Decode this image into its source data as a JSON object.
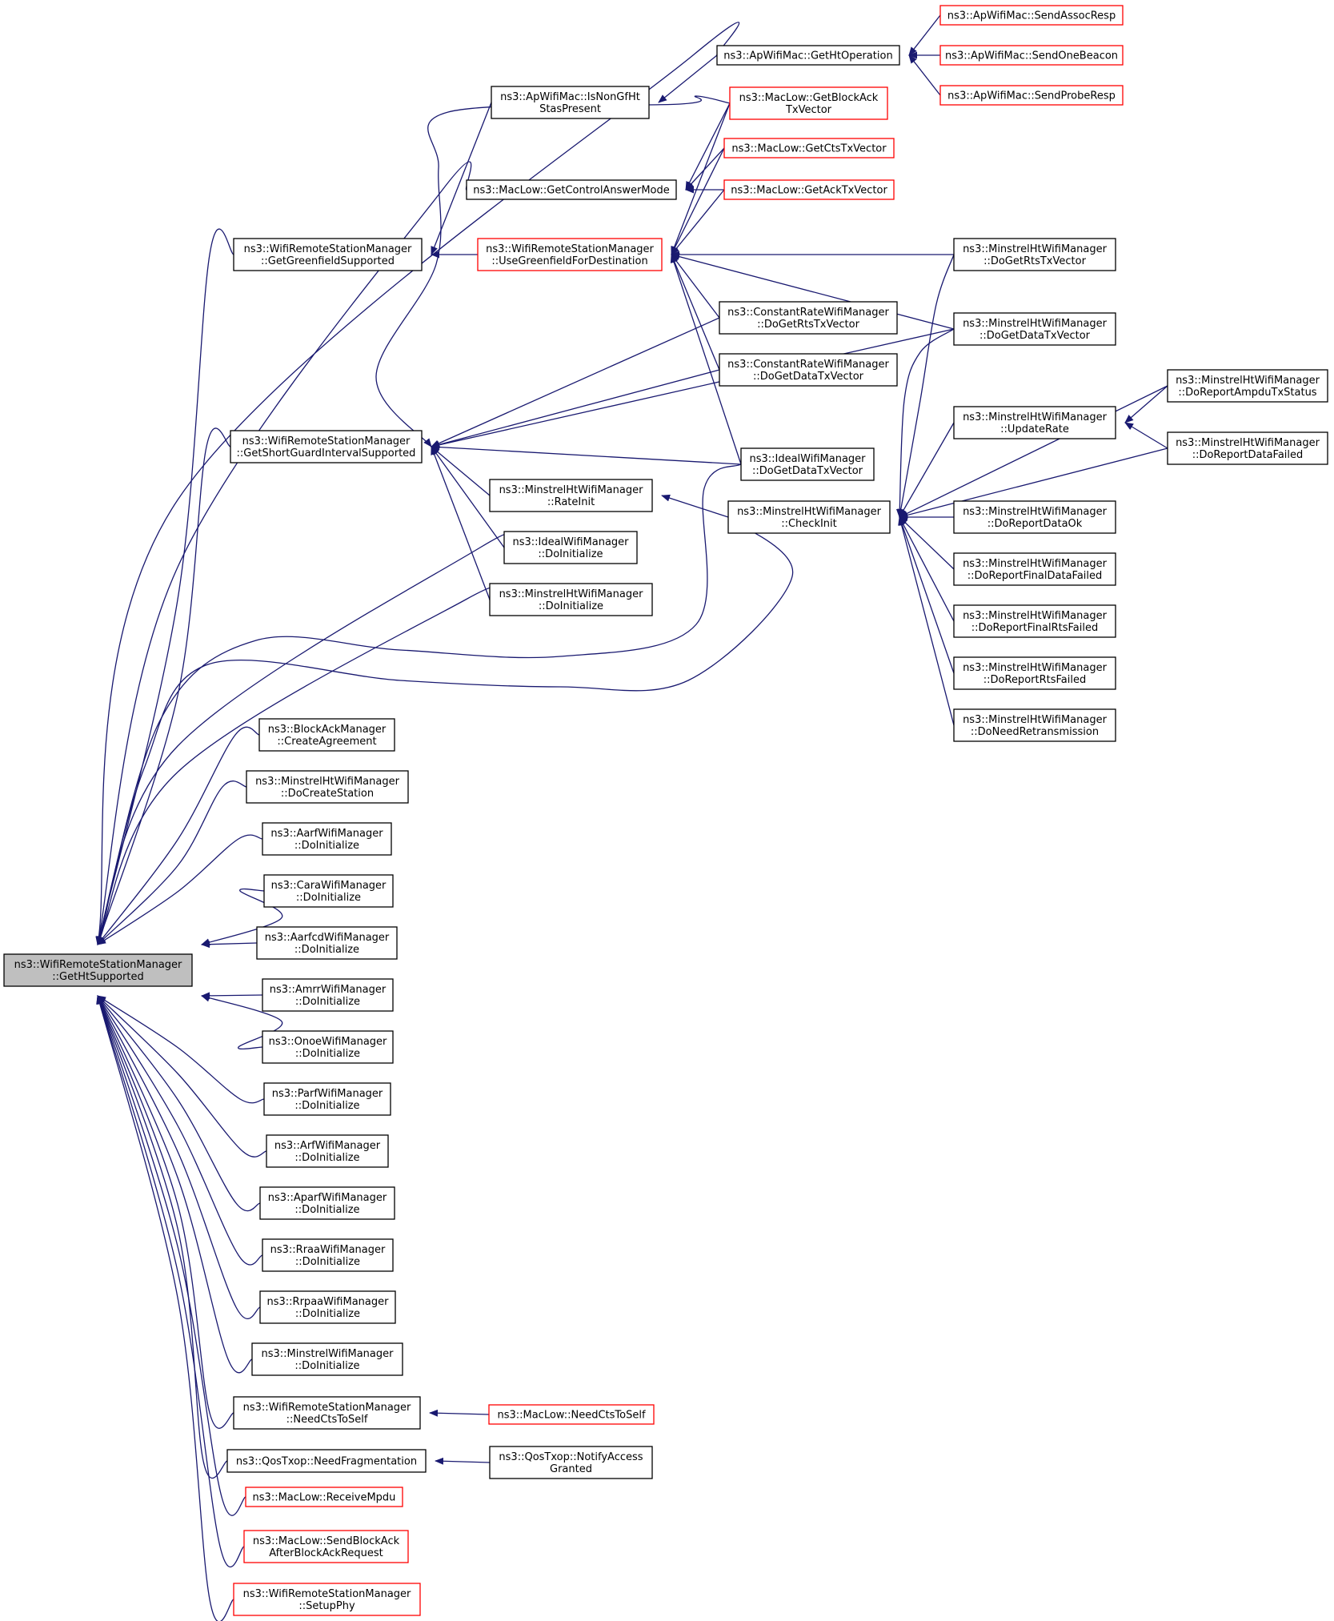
{
  "colors": {
    "normal_border": "#000000",
    "truncated_border": "#ff0000",
    "focus_fill": "#bfbfbf",
    "edge": "#191970"
  },
  "nodes": [
    {
      "id": "get_ht_supported",
      "lines": [
        "ns3::WifiRemoteStationManager",
        "::GetHtSupported"
      ],
      "style": "focus"
    },
    {
      "id": "ap_get_ht_operation",
      "lines": [
        "ns3::ApWifiMac::GetHtOperation"
      ],
      "style": "normal"
    },
    {
      "id": "ap_send_assoc_resp",
      "lines": [
        "ns3::ApWifiMac::SendAssocResp"
      ],
      "style": "truncated"
    },
    {
      "id": "ap_send_one_beacon",
      "lines": [
        "ns3::ApWifiMac::SendOneBeacon"
      ],
      "style": "truncated"
    },
    {
      "id": "ap_send_probe_resp",
      "lines": [
        "ns3::ApWifiMac::SendProbeResp"
      ],
      "style": "truncated"
    },
    {
      "id": "ap_is_non_gf_ht",
      "lines": [
        "ns3::ApWifiMac::IsNonGfHt",
        "StasPresent"
      ],
      "style": "normal"
    },
    {
      "id": "maclow_get_block_ack_tx",
      "lines": [
        "ns3::MacLow::GetBlockAck",
        "TxVector"
      ],
      "style": "truncated"
    },
    {
      "id": "maclow_get_cts_tx",
      "lines": [
        "ns3::MacLow::GetCtsTxVector"
      ],
      "style": "truncated"
    },
    {
      "id": "maclow_get_control_answer",
      "lines": [
        "ns3::MacLow::GetControlAnswerMode"
      ],
      "style": "normal"
    },
    {
      "id": "maclow_get_ack_tx",
      "lines": [
        "ns3::MacLow::GetAckTxVector"
      ],
      "style": "truncated"
    },
    {
      "id": "wrsm_get_greenfield",
      "lines": [
        "ns3::WifiRemoteStationManager",
        "::GetGreenfieldSupported"
      ],
      "style": "normal"
    },
    {
      "id": "wrsm_use_greenfield",
      "lines": [
        "ns3::WifiRemoteStationManager",
        "::UseGreenfieldForDestination"
      ],
      "style": "truncated"
    },
    {
      "id": "mht_do_get_rts",
      "lines": [
        "ns3::MinstrelHtWifiManager",
        "::DoGetRtsTxVector"
      ],
      "style": "normal"
    },
    {
      "id": "const_do_get_rts",
      "lines": [
        "ns3::ConstantRateWifiManager",
        "::DoGetRtsTxVector"
      ],
      "style": "normal"
    },
    {
      "id": "mht_do_get_data",
      "lines": [
        "ns3::MinstrelHtWifiManager",
        "::DoGetDataTxVector"
      ],
      "style": "normal"
    },
    {
      "id": "const_do_get_data",
      "lines": [
        "ns3::ConstantRateWifiManager",
        "::DoGetDataTxVector"
      ],
      "style": "normal"
    },
    {
      "id": "mht_do_report_ampdu",
      "lines": [
        "ns3::MinstrelHtWifiManager",
        "::DoReportAmpduTxStatus"
      ],
      "style": "normal"
    },
    {
      "id": "wrsm_get_sgi",
      "lines": [
        "ns3::WifiRemoteStationManager",
        "::GetShortGuardIntervalSupported"
      ],
      "style": "normal"
    },
    {
      "id": "mht_update_rate",
      "lines": [
        "ns3::MinstrelHtWifiManager",
        "::UpdateRate"
      ],
      "style": "normal"
    },
    {
      "id": "ideal_do_get_data",
      "lines": [
        "ns3::IdealWifiManager",
        "::DoGetDataTxVector"
      ],
      "style": "normal"
    },
    {
      "id": "mht_do_report_data_failed",
      "lines": [
        "ns3::MinstrelHtWifiManager",
        "::DoReportDataFailed"
      ],
      "style": "normal"
    },
    {
      "id": "mht_rate_init",
      "lines": [
        "ns3::MinstrelHtWifiManager",
        "::RateInit"
      ],
      "style": "normal"
    },
    {
      "id": "mht_check_init",
      "lines": [
        "ns3::MinstrelHtWifiManager",
        "::CheckInit"
      ],
      "style": "normal"
    },
    {
      "id": "mht_do_report_data_ok",
      "lines": [
        "ns3::MinstrelHtWifiManager",
        "::DoReportDataOk"
      ],
      "style": "normal"
    },
    {
      "id": "ideal_do_initialize",
      "lines": [
        "ns3::IdealWifiManager",
        "::DoInitialize"
      ],
      "style": "normal"
    },
    {
      "id": "mht_do_report_final_data",
      "lines": [
        "ns3::MinstrelHtWifiManager",
        "::DoReportFinalDataFailed"
      ],
      "style": "normal"
    },
    {
      "id": "mht_do_initialize",
      "lines": [
        "ns3::MinstrelHtWifiManager",
        "::DoInitialize"
      ],
      "style": "normal"
    },
    {
      "id": "mht_do_report_final_rts",
      "lines": [
        "ns3::MinstrelHtWifiManager",
        "::DoReportFinalRtsFailed"
      ],
      "style": "normal"
    },
    {
      "id": "mht_do_report_rts_failed",
      "lines": [
        "ns3::MinstrelHtWifiManager",
        "::DoReportRtsFailed"
      ],
      "style": "normal"
    },
    {
      "id": "mht_do_need_retx",
      "lines": [
        "ns3::MinstrelHtWifiManager",
        "::DoNeedRetransmission"
      ],
      "style": "normal"
    },
    {
      "id": "bam_create_agreement",
      "lines": [
        "ns3::BlockAckManager",
        "::CreateAgreement"
      ],
      "style": "normal"
    },
    {
      "id": "mht_do_create_station",
      "lines": [
        "ns3::MinstrelHtWifiManager",
        "::DoCreateStation"
      ],
      "style": "normal"
    },
    {
      "id": "aarf_do_init",
      "lines": [
        "ns3::AarfWifiManager",
        "::DoInitialize"
      ],
      "style": "normal"
    },
    {
      "id": "cara_do_init",
      "lines": [
        "ns3::CaraWifiManager",
        "::DoInitialize"
      ],
      "style": "normal"
    },
    {
      "id": "aarfcd_do_init",
      "lines": [
        "ns3::AarfcdWifiManager",
        "::DoInitialize"
      ],
      "style": "normal"
    },
    {
      "id": "amrr_do_init",
      "lines": [
        "ns3::AmrrWifiManager",
        "::DoInitialize"
      ],
      "style": "normal"
    },
    {
      "id": "onoe_do_init",
      "lines": [
        "ns3::OnoeWifiManager",
        "::DoInitialize"
      ],
      "style": "normal"
    },
    {
      "id": "parf_do_init",
      "lines": [
        "ns3::ParfWifiManager",
        "::DoInitialize"
      ],
      "style": "normal"
    },
    {
      "id": "arf_do_init",
      "lines": [
        "ns3::ArfWifiManager",
        "::DoInitialize"
      ],
      "style": "normal"
    },
    {
      "id": "aparf_do_init",
      "lines": [
        "ns3::AparfWifiManager",
        "::DoInitialize"
      ],
      "style": "normal"
    },
    {
      "id": "rraa_do_init",
      "lines": [
        "ns3::RraaWifiManager",
        "::DoInitialize"
      ],
      "style": "normal"
    },
    {
      "id": "rrpaa_do_init",
      "lines": [
        "ns3::RrpaaWifiManager",
        "::DoInitialize"
      ],
      "style": "normal"
    },
    {
      "id": "minstrel_do_init",
      "lines": [
        "ns3::MinstrelWifiManager",
        "::DoInitialize"
      ],
      "style": "normal"
    },
    {
      "id": "wrsm_need_cts_to_self",
      "lines": [
        "ns3::WifiRemoteStationManager",
        "::NeedCtsToSelf"
      ],
      "style": "normal"
    },
    {
      "id": "maclow_need_cts_to_self",
      "lines": [
        "ns3::MacLow::NeedCtsToSelf"
      ],
      "style": "truncated"
    },
    {
      "id": "qos_need_fragmentation",
      "lines": [
        "ns3::QosTxop::NeedFragmentation"
      ],
      "style": "normal"
    },
    {
      "id": "qos_notify_access",
      "lines": [
        "ns3::QosTxop::NotifyAccess",
        "Granted"
      ],
      "style": "normal"
    },
    {
      "id": "maclow_receive_mpdu",
      "lines": [
        "ns3::MacLow::ReceiveMpdu"
      ],
      "style": "truncated"
    },
    {
      "id": "maclow_send_block_ack",
      "lines": [
        "ns3::MacLow::SendBlockAck",
        "AfterBlockAckRequest"
      ],
      "style": "truncated"
    },
    {
      "id": "wrsm_setup_phy",
      "lines": [
        "ns3::WifiRemoteStationManager",
        "::SetupPhy"
      ],
      "style": "truncated"
    }
  ],
  "edges": [
    [
      "ap_get_ht_operation",
      "ap_send_assoc_resp"
    ],
    [
      "ap_get_ht_operation",
      "ap_send_one_beacon"
    ],
    [
      "ap_get_ht_operation",
      "ap_send_probe_resp"
    ],
    [
      "ap_is_non_gf_ht",
      "ap_get_ht_operation"
    ],
    [
      "maclow_get_control_answer",
      "maclow_get_block_ack_tx"
    ],
    [
      "maclow_get_control_answer",
      "maclow_get_cts_tx"
    ],
    [
      "maclow_get_control_answer",
      "maclow_get_ack_tx"
    ],
    [
      "wrsm_get_greenfield",
      "ap_is_non_gf_ht"
    ],
    [
      "wrsm_get_greenfield",
      "wrsm_use_greenfield"
    ],
    [
      "wrsm_use_greenfield",
      "maclow_get_block_ack_tx"
    ],
    [
      "wrsm_use_greenfield",
      "maclow_get_cts_tx"
    ],
    [
      "wrsm_use_greenfield",
      "maclow_get_ack_tx"
    ],
    [
      "wrsm_use_greenfield",
      "mht_do_get_rts"
    ],
    [
      "wrsm_use_greenfield",
      "mht_do_get_data"
    ],
    [
      "wrsm_use_greenfield",
      "const_do_get_rts"
    ],
    [
      "wrsm_use_greenfield",
      "const_do_get_data"
    ],
    [
      "wrsm_use_greenfield",
      "ideal_do_get_data"
    ],
    [
      "wrsm_get_sgi",
      "maclow_get_block_ack_tx"
    ],
    [
      "wrsm_get_sgi",
      "const_do_get_rts"
    ],
    [
      "wrsm_get_sgi",
      "const_do_get_data"
    ],
    [
      "wrsm_get_sgi",
      "mht_do_get_data"
    ],
    [
      "wrsm_get_sgi",
      "ideal_do_get_data"
    ],
    [
      "wrsm_get_sgi",
      "mht_rate_init"
    ],
    [
      "wrsm_get_sgi",
      "ideal_do_initialize"
    ],
    [
      "wrsm_get_sgi",
      "mht_do_initialize"
    ],
    [
      "mht_update_rate",
      "mht_do_report_ampdu"
    ],
    [
      "mht_update_rate",
      "mht_do_report_data_failed"
    ],
    [
      "mht_rate_init",
      "mht_check_init"
    ],
    [
      "mht_check_init",
      "mht_do_get_rts"
    ],
    [
      "mht_check_init",
      "mht_do_get_data"
    ],
    [
      "mht_check_init",
      "mht_do_report_ampdu"
    ],
    [
      "mht_check_init",
      "mht_update_rate"
    ],
    [
      "mht_check_init",
      "mht_do_report_data_failed"
    ],
    [
      "mht_check_init",
      "mht_do_report_data_ok"
    ],
    [
      "mht_check_init",
      "mht_do_report_final_data"
    ],
    [
      "mht_check_init",
      "mht_do_report_final_rts"
    ],
    [
      "mht_check_init",
      "mht_do_report_rts_failed"
    ],
    [
      "mht_check_init",
      "mht_do_need_retx"
    ],
    [
      "wrsm_need_cts_to_self",
      "maclow_need_cts_to_self"
    ],
    [
      "qos_need_fragmentation",
      "qos_notify_access"
    ],
    [
      "get_ht_supported",
      "ap_get_ht_operation"
    ],
    [
      "get_ht_supported",
      "maclow_get_control_answer"
    ],
    [
      "get_ht_supported",
      "wrsm_get_greenfield"
    ],
    [
      "get_ht_supported",
      "wrsm_get_sgi"
    ],
    [
      "get_ht_supported",
      "ideal_do_initialize"
    ],
    [
      "get_ht_supported",
      "mht_do_initialize"
    ],
    [
      "get_ht_supported",
      "ideal_do_get_data"
    ],
    [
      "get_ht_supported",
      "mht_check_init"
    ],
    [
      "get_ht_supported",
      "bam_create_agreement"
    ],
    [
      "get_ht_supported",
      "mht_do_create_station"
    ],
    [
      "get_ht_supported",
      "aarf_do_init"
    ],
    [
      "get_ht_supported",
      "cara_do_init"
    ],
    [
      "get_ht_supported",
      "aarfcd_do_init"
    ],
    [
      "get_ht_supported",
      "amrr_do_init"
    ],
    [
      "get_ht_supported",
      "onoe_do_init"
    ],
    [
      "get_ht_supported",
      "parf_do_init"
    ],
    [
      "get_ht_supported",
      "arf_do_init"
    ],
    [
      "get_ht_supported",
      "aparf_do_init"
    ],
    [
      "get_ht_supported",
      "rraa_do_init"
    ],
    [
      "get_ht_supported",
      "rrpaa_do_init"
    ],
    [
      "get_ht_supported",
      "minstrel_do_init"
    ],
    [
      "get_ht_supported",
      "wrsm_need_cts_to_self"
    ],
    [
      "get_ht_supported",
      "qos_need_fragmentation"
    ],
    [
      "get_ht_supported",
      "maclow_receive_mpdu"
    ],
    [
      "get_ht_supported",
      "maclow_send_block_ack"
    ],
    [
      "get_ht_supported",
      "wrsm_setup_phy"
    ]
  ]
}
